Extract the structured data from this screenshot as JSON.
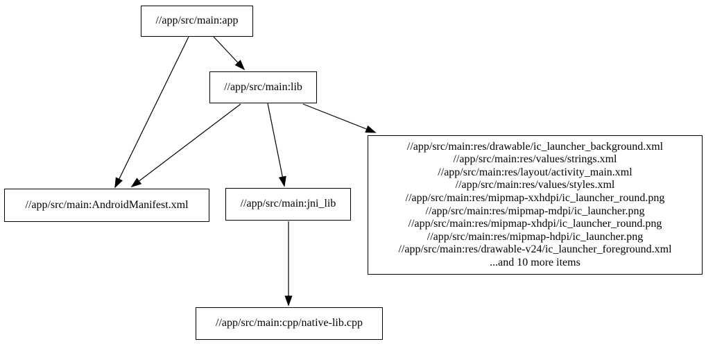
{
  "graph": {
    "background_color": "#ffffff",
    "node_border_color": "#000000",
    "edge_color": "#000000",
    "text_color": "#000000",
    "nodes": {
      "app": {
        "label": "//app/src/main:app"
      },
      "lib": {
        "label": "//app/src/main:lib"
      },
      "manifest": {
        "label": "//app/src/main:AndroidManifest.xml"
      },
      "jni_lib": {
        "label": "//app/src/main:jni_lib"
      },
      "native_lib": {
        "label": "//app/src/main:cpp/native-lib.cpp"
      },
      "resources": {
        "lines": [
          "//app/src/main:res/drawable/ic_launcher_background.xml",
          "//app/src/main:res/values/strings.xml",
          "//app/src/main:res/layout/activity_main.xml",
          "//app/src/main:res/values/styles.xml",
          "//app/src/main:res/mipmap-xxhdpi/ic_launcher_round.png",
          "//app/src/main:res/mipmap-mdpi/ic_launcher.png",
          "//app/src/main:res/mipmap-xhdpi/ic_launcher_round.png",
          "//app/src/main:res/mipmap-hdpi/ic_launcher.png",
          "//app/src/main:res/drawable-v24/ic_launcher_foreground.xml",
          "...and 10 more items"
        ]
      }
    },
    "edges": [
      {
        "from": "app",
        "to": "lib"
      },
      {
        "from": "app",
        "to": "manifest"
      },
      {
        "from": "lib",
        "to": "manifest"
      },
      {
        "from": "lib",
        "to": "jni_lib"
      },
      {
        "from": "lib",
        "to": "resources"
      },
      {
        "from": "jni_lib",
        "to": "native_lib"
      }
    ]
  }
}
